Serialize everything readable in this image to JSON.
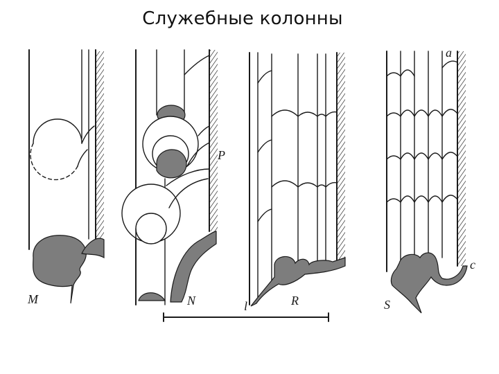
{
  "slide": {
    "title": "Служебные колонны"
  },
  "figure": {
    "labels": {
      "m": "M",
      "n": "N",
      "p": "P",
      "r": "R",
      "s": "S",
      "l": "l",
      "a": "a",
      "c": "c"
    }
  }
}
